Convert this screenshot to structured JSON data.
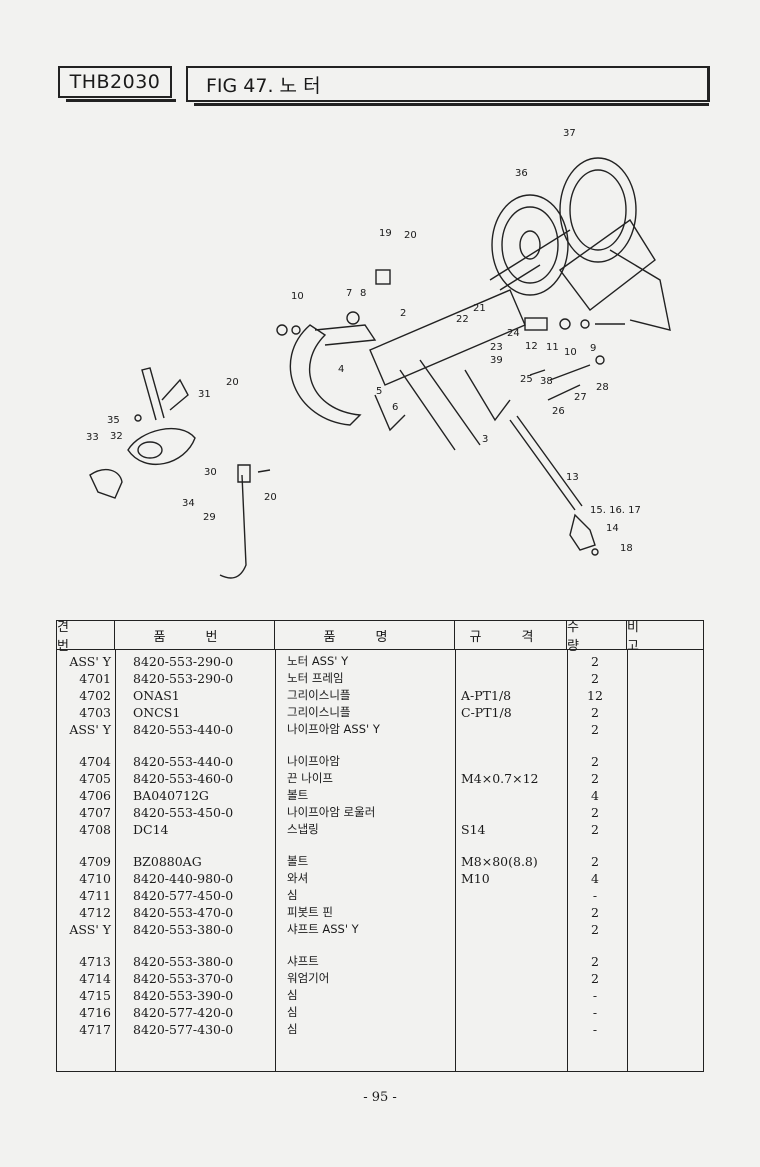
{
  "header": {
    "model": "THB2030",
    "figure_title": "FIG 47. 노 터"
  },
  "diagram": {
    "callouts": [
      "37",
      "36",
      "19",
      "20",
      "10",
      "7",
      "8",
      "2",
      "21",
      "22",
      "24",
      "12",
      "11",
      "10",
      "9",
      "23",
      "39",
      "25",
      "38",
      "28",
      "27",
      "26",
      "4",
      "5",
      "6",
      "3",
      "13",
      "15. 16. 17",
      "14",
      "18",
      "20",
      "31",
      "35",
      "32",
      "33",
      "34",
      "30",
      "20",
      "29"
    ]
  },
  "table": {
    "headers": [
      "견 번",
      "품 번",
      "품 명",
      "규 격",
      "수 량",
      "비 고"
    ],
    "rows": [
      {
        "no": "ASS' Y",
        "part": "8420-553-290-0",
        "name": "노터 ASS' Y",
        "spec": "",
        "qty": "2"
      },
      {
        "no": "4701",
        "part": "8420-553-290-0",
        "name": "노터 프레임",
        "spec": "",
        "qty": "2"
      },
      {
        "no": "4702",
        "part": "ONAS1",
        "name": "그리이스니플",
        "spec": "A-PT1/8",
        "qty": "12"
      },
      {
        "no": "4703",
        "part": "ONCS1",
        "name": "그리이스니플",
        "spec": "C-PT1/8",
        "qty": "2"
      },
      {
        "no": "ASS' Y",
        "part": "8420-553-440-0",
        "name": "나이프아암 ASS' Y",
        "spec": "",
        "qty": "2"
      },
      {
        "no": "4704",
        "part": "8420-553-440-0",
        "name": "나이프아암",
        "spec": "",
        "qty": "2"
      },
      {
        "no": "4705",
        "part": "8420-553-460-0",
        "name": "끈 나이프",
        "spec": "M4×0.7×12",
        "qty": "2"
      },
      {
        "no": "4706",
        "part": "BA040712G",
        "name": "볼트",
        "spec": "",
        "qty": "4"
      },
      {
        "no": "4707",
        "part": "8420-553-450-0",
        "name": "나이프아암 로울러",
        "spec": "",
        "qty": "2"
      },
      {
        "no": "4708",
        "part": "DC14",
        "name": "스냅링",
        "spec": "S14",
        "qty": "2"
      },
      {
        "no": "4709",
        "part": "BZ0880AG",
        "name": "볼트",
        "spec": "M8×80(8.8)",
        "qty": "2"
      },
      {
        "no": "4710",
        "part": "8420-440-980-0",
        "name": "와셔",
        "spec": "M10",
        "qty": "4"
      },
      {
        "no": "4711",
        "part": "8420-577-450-0",
        "name": "심",
        "spec": "",
        "qty": "-"
      },
      {
        "no": "4712",
        "part": "8420-553-470-0",
        "name": "피봇트 핀",
        "spec": "",
        "qty": "2"
      },
      {
        "no": "ASS' Y",
        "part": "8420-553-380-0",
        "name": "샤프트 ASS' Y",
        "spec": "",
        "qty": "2"
      },
      {
        "no": "4713",
        "part": "8420-553-380-0",
        "name": "샤프트",
        "spec": "",
        "qty": "2"
      },
      {
        "no": "4714",
        "part": "8420-553-370-0",
        "name": "워엄기어",
        "spec": "",
        "qty": "2"
      },
      {
        "no": "4715",
        "part": "8420-553-390-0",
        "name": "심",
        "spec": "",
        "qty": "-"
      },
      {
        "no": "4716",
        "part": "8420-577-420-0",
        "name": "심",
        "spec": "",
        "qty": "-"
      },
      {
        "no": "4717",
        "part": "8420-577-430-0",
        "name": "심",
        "spec": "",
        "qty": "-"
      }
    ]
  },
  "page_number": "- 95 -"
}
